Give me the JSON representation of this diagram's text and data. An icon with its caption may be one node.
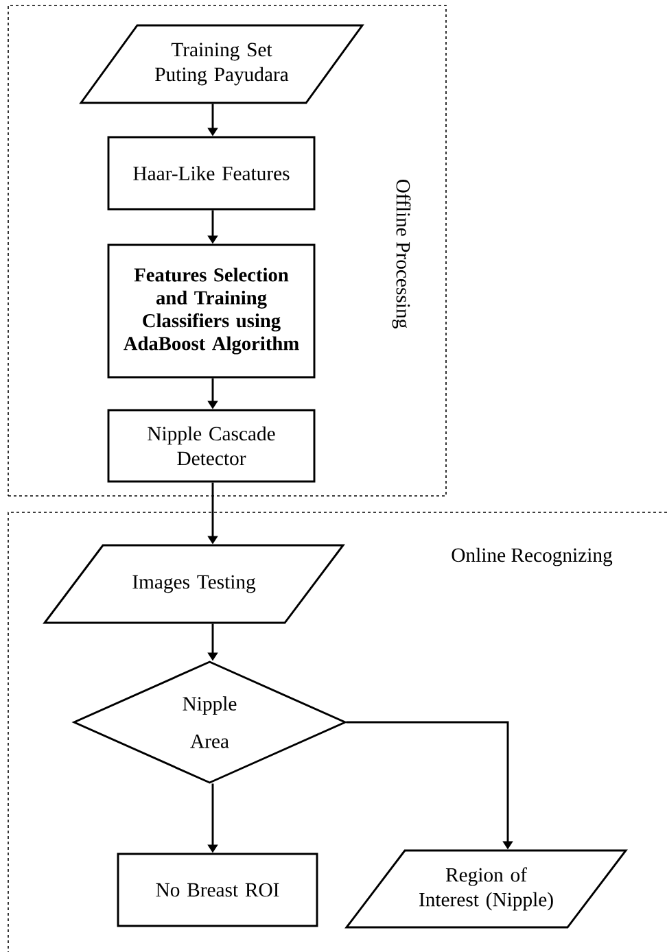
{
  "diagram": {
    "nodes": [
      {
        "text": [
          "Offline Processing"
        ]
      },
      {
        "text": [
          "Training Set Puting Payudara"
        ],
        "in": 0
      },
      {
        "text": [
          "Haar-Like Features"
        ],
        "in": 0
      },
      {
        "text": [
          "Features Selection and Training Classifiers using AdaBoost Algorithm"
        ],
        "in": 0
      },
      {
        "text": [
          "Nipple Cascade Detector"
        ],
        "in": 0
      },
      {
        "text": [
          "Online Recognizing"
        ]
      },
      {
        "text": [
          "Images Testing"
        ],
        "in": 5
      },
      {
        "text": [
          "Nipple Area"
        ],
        "in": 5
      },
      {
        "text": [
          "No Breast ROI"
        ],
        "in": 5
      },
      {
        "text": [
          "Region of Interest (Nipple)"
        ],
        "in": 5
      }
    ],
    "edges": [
      {
        "from": 1,
        "to": 2,
        "arrow": "to"
      },
      {
        "from": 2,
        "to": 3,
        "arrow": "to"
      },
      {
        "from": 3,
        "to": 4,
        "arrow": "to"
      },
      {
        "from": 4,
        "to": 6,
        "arrow": "to"
      },
      {
        "from": 6,
        "to": 7,
        "arrow": "to"
      },
      {
        "from": 7,
        "to": 8,
        "arrow": "to"
      },
      {
        "from": 7,
        "to": 9,
        "arrow": "to"
      }
    ]
  }
}
